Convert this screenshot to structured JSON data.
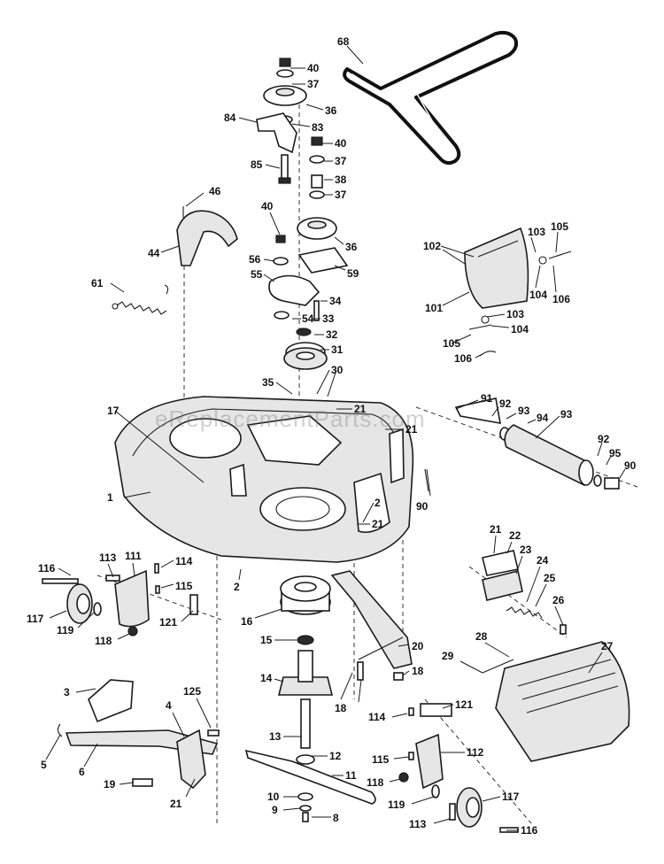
{
  "watermark": "eReplacementParts.com",
  "labels": [
    "68",
    "40",
    "37",
    "36",
    "84",
    "83",
    "40",
    "37",
    "85",
    "38",
    "37",
    "46",
    "40",
    "36",
    "44",
    "56",
    "59",
    "61",
    "55",
    "34",
    "54",
    "33",
    "32",
    "31",
    "30",
    "35",
    "17",
    "21",
    "21",
    "1",
    "2",
    "21",
    "90",
    "91",
    "92",
    "93",
    "94",
    "93",
    "92",
    "95",
    "90",
    "102",
    "103",
    "105",
    "104",
    "106",
    "101",
    "103",
    "104",
    "105",
    "106",
    "116",
    "113",
    "111",
    "114",
    "115",
    "117",
    "119",
    "121",
    "118",
    "2",
    "16",
    "15",
    "20",
    "14",
    "18",
    "18",
    "3",
    "125",
    "4",
    "5",
    "6",
    "13",
    "12",
    "11",
    "19",
    "21",
    "10",
    "9",
    "8",
    "21",
    "22",
    "23",
    "24",
    "25",
    "26",
    "27",
    "28",
    "29",
    "114",
    "121",
    "112",
    "115",
    "118",
    "119",
    "117",
    "113",
    "116"
  ]
}
